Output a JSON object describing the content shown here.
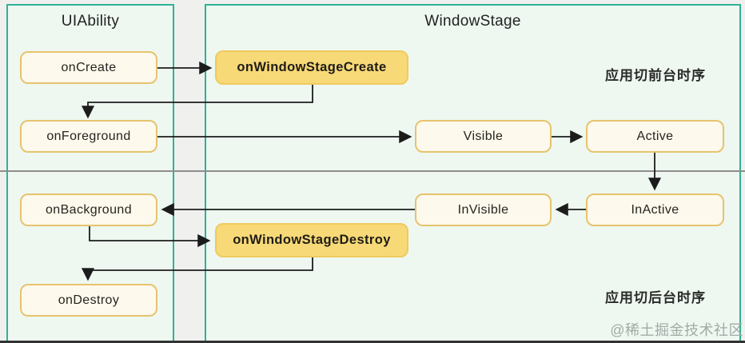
{
  "panels": [
    {
      "title": "UIAbility"
    },
    {
      "title": "WindowStage"
    }
  ],
  "nodes": [
    {
      "label": "onCreate",
      "emphasis": false
    },
    {
      "label": "onForeground",
      "emphasis": false
    },
    {
      "label": "onBackground",
      "emphasis": false
    },
    {
      "label": "onDestroy",
      "emphasis": false
    },
    {
      "label": "onWindowStageCreate",
      "emphasis": true
    },
    {
      "label": "onWindowStageDestroy",
      "emphasis": true
    },
    {
      "label": "Visible",
      "emphasis": false
    },
    {
      "label": "Active",
      "emphasis": false
    },
    {
      "label": "InVisible",
      "emphasis": false
    },
    {
      "label": "InActive",
      "emphasis": false
    }
  ],
  "annotations": {
    "foreground_sequence": "应用切前台时序",
    "background_sequence": "应用切后台时序"
  },
  "watermark": "@稀土掘金技术社区",
  "colors": {
    "panel_border": "#30b194",
    "panel_fill": "#eef8f1",
    "node_fill": "#fdf9ec",
    "node_border": "#e7c36e",
    "highlight_fill": "#f8d977",
    "arrow": "#1c1c1c",
    "divider": "#8d8d8d",
    "page_background": "#f0f0ee"
  }
}
